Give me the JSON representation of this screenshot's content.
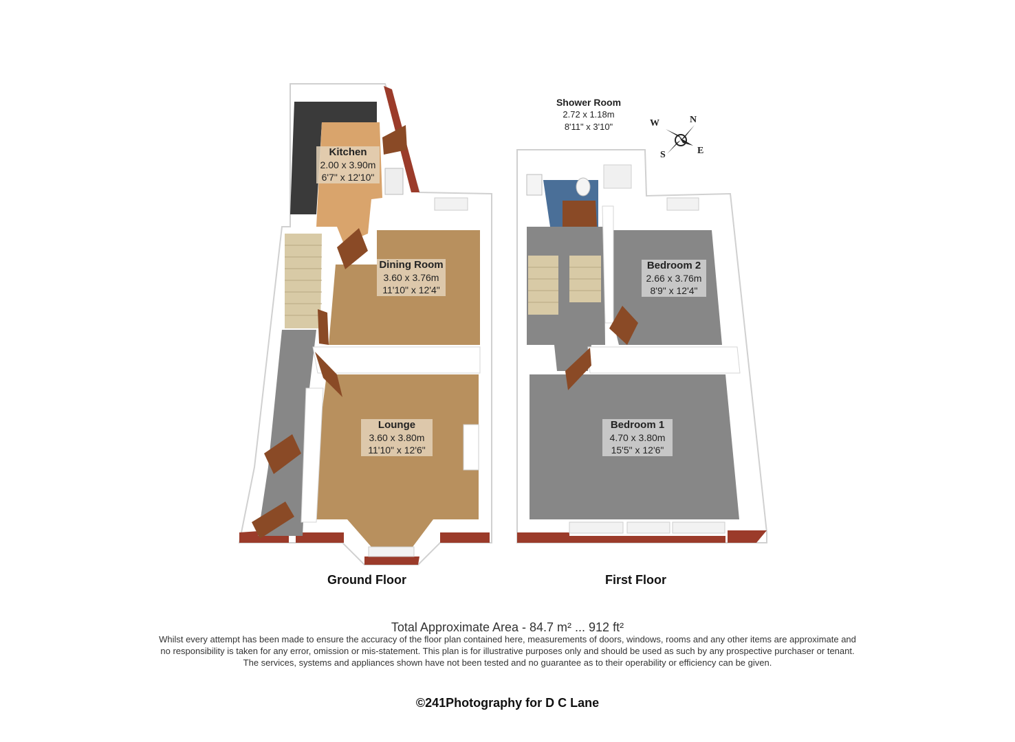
{
  "colors": {
    "wall": "#ffffff",
    "wall_shadow": "#c9c9c9",
    "brick": "#9b3b2a",
    "carpet": "#b8905e",
    "grey_floor": "#878787",
    "kitchen_floor": "#d9a46c",
    "worktop": "#3a3a3a",
    "door": "#8a4a26",
    "stair": "#d8caa6",
    "tile": "#4a6f98",
    "label_bg": "#e3d2b8"
  },
  "rooms": {
    "kitchen": {
      "name": "Kitchen",
      "metric": "2.00 x 3.90m",
      "imperial": "6'7\" x 12'10\""
    },
    "dining": {
      "name": "Dining Room",
      "metric": "3.60 x 3.76m",
      "imperial": "11'10\" x 12'4\""
    },
    "lounge": {
      "name": "Lounge",
      "metric": "3.60 x 3.80m",
      "imperial": "11'10\" x 12'6\""
    },
    "shower": {
      "name": "Shower Room",
      "metric": "2.72 x 1.18m",
      "imperial": "8'11\" x 3'10\""
    },
    "bedroom2": {
      "name": "Bedroom 2",
      "metric": "2.66 x 3.76m",
      "imperial": "8'9\" x 12'4\""
    },
    "bedroom1": {
      "name": "Bedroom 1",
      "metric": "4.70 x 3.80m",
      "imperial": "15'5\" x 12'6\""
    }
  },
  "floors": {
    "ground": "Ground Floor",
    "first": "First Floor"
  },
  "compass": {
    "n": "N",
    "e": "E",
    "s": "S",
    "w": "W"
  },
  "footer": {
    "total_area": "Total Approximate Area - 84.7 m² ... 912 ft²",
    "disclaimer_1": "Whilst every attempt has been made to ensure the accuracy of the floor plan contained here, measurements of doors, windows, rooms and any other items are approximate and",
    "disclaimer_2": "no responsibility is taken for any error, omission or mis-statement.  This plan is for illustrative purposes only and should be used as such by any prospective purchaser or tenant.",
    "disclaimer_3": "The services, systems and appliances shown have not been tested and no guarantee as to their operability or efficiency can be given.",
    "credit": "©241Photography for D C Lane"
  }
}
